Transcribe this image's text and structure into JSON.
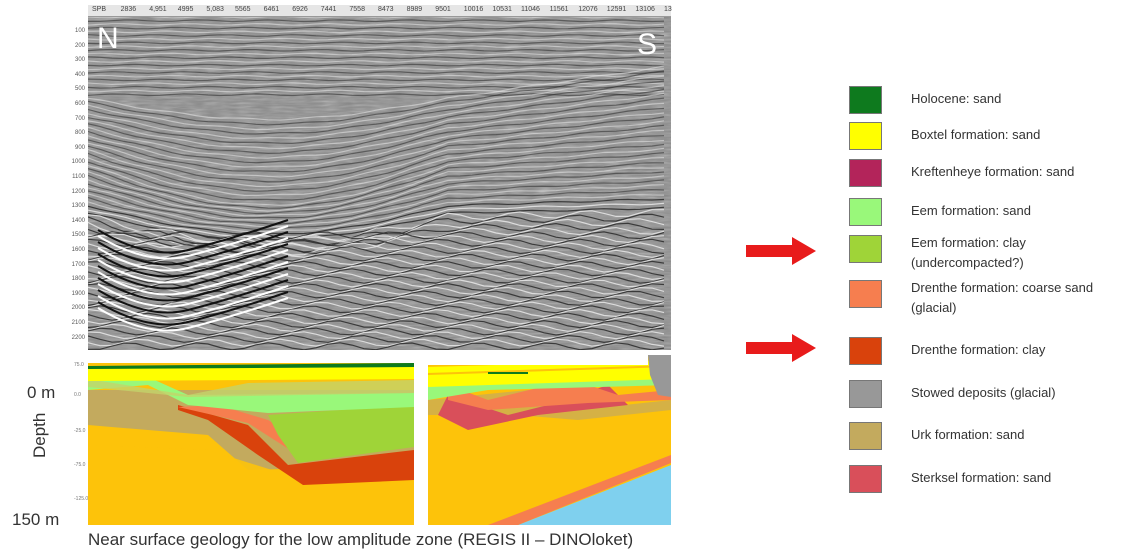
{
  "compass": {
    "north": "N",
    "south": "S"
  },
  "seismic_axis": {
    "top_ticks": [
      "SPB",
      "2836",
      "4,951",
      "4995",
      "5,083",
      "5565",
      "6461",
      "6926",
      "7441",
      "7558",
      "8473",
      "8989",
      "9501",
      "10016",
      "10531",
      "11046",
      "11561",
      "12076",
      "12591",
      "13106",
      "13"
    ],
    "left_ticks": [
      "100",
      "200",
      "300",
      "400",
      "500",
      "600",
      "700",
      "800",
      "900",
      "1000",
      "1100",
      "1200",
      "1300",
      "1400",
      "1500",
      "1600",
      "1700",
      "1800",
      "1900",
      "2000",
      "2100",
      "2200"
    ]
  },
  "depth_axis": {
    "top_label": "0 m",
    "bottom_label": "150 m",
    "title": "Depth"
  },
  "caption": "Near surface geology for the low amplitude zone (REGIS II – DINOloket)",
  "legend": [
    {
      "label": "Holocene: sand",
      "color": "#0e7a1e"
    },
    {
      "label": "Boxtel formation: sand",
      "color": "#ffff00"
    },
    {
      "label": "Kreftenheye formation: sand",
      "color": "#b3245a"
    },
    {
      "label": "Eem formation: sand",
      "color": "#99f87a"
    },
    {
      "label": "Eem formation: clay\n(undercompacted?)",
      "color": "#9fd438"
    },
    {
      "label": "Drenthe formation: coarse sand\n(glacial)",
      "color": "#f67e4f"
    },
    {
      "label": "Drenthe formation: clay",
      "color": "#d9420c"
    },
    {
      "label": "Stowed deposits (glacial)",
      "color": "#989898"
    },
    {
      "label": "Urk formation: sand",
      "color": "#c3aa5e"
    },
    {
      "label": "Sterksel formation: sand",
      "color": "#d94f5a"
    }
  ],
  "arrows": {
    "color": "#e81b1b",
    "pointing_to": [
      "Eem formation: clay",
      "Drenthe formation: clay"
    ]
  }
}
